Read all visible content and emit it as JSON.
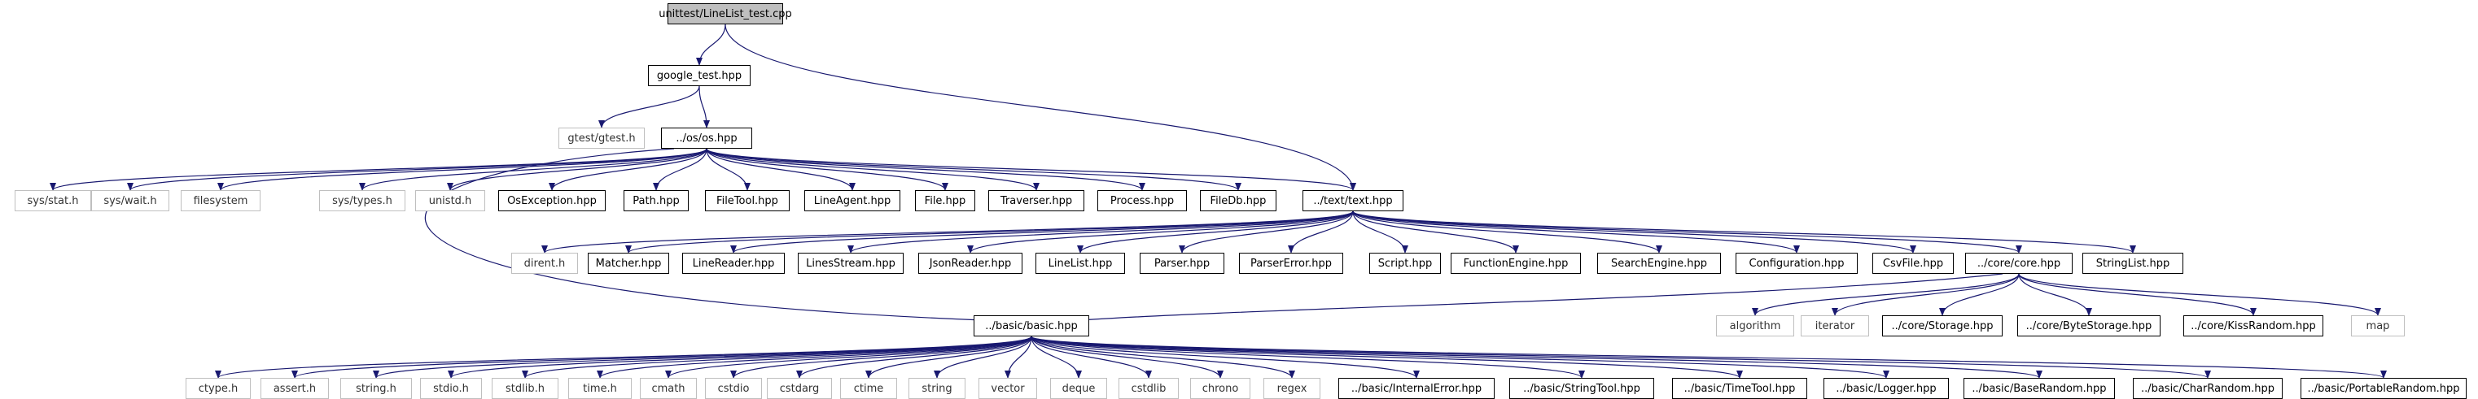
{
  "colors": {
    "edge": "#191970",
    "doc_border": "#000000",
    "sys_border": "#bfbfbf",
    "root_fill": "#bfbfbf"
  },
  "nodes": [
    {
      "id": "root",
      "label": "unittest/LineList_test.cpp",
      "kind": "root"
    },
    {
      "id": "gtest",
      "label": "google_test.hpp",
      "kind": "doc"
    },
    {
      "id": "gtesth",
      "label": "gtest/gtest.h",
      "kind": "sys"
    },
    {
      "id": "os",
      "label": "../os/os.hpp",
      "kind": "doc"
    },
    {
      "id": "sysstat",
      "label": "sys/stat.h",
      "kind": "sys"
    },
    {
      "id": "syswait",
      "label": "sys/wait.h",
      "kind": "sys"
    },
    {
      "id": "filesystem",
      "label": "filesystem",
      "kind": "sys"
    },
    {
      "id": "systypes",
      "label": "sys/types.h",
      "kind": "sys"
    },
    {
      "id": "unistd",
      "label": "unistd.h",
      "kind": "sys"
    },
    {
      "id": "osexc",
      "label": "OsException.hpp",
      "kind": "doc"
    },
    {
      "id": "path",
      "label": "Path.hpp",
      "kind": "doc"
    },
    {
      "id": "filetool",
      "label": "FileTool.hpp",
      "kind": "doc"
    },
    {
      "id": "lineagent",
      "label": "LineAgent.hpp",
      "kind": "doc"
    },
    {
      "id": "file",
      "label": "File.hpp",
      "kind": "doc"
    },
    {
      "id": "traverser",
      "label": "Traverser.hpp",
      "kind": "doc"
    },
    {
      "id": "process",
      "label": "Process.hpp",
      "kind": "doc"
    },
    {
      "id": "filedb",
      "label": "FileDb.hpp",
      "kind": "doc"
    },
    {
      "id": "text",
      "label": "../text/text.hpp",
      "kind": "doc"
    },
    {
      "id": "dirent",
      "label": "dirent.h",
      "kind": "sys"
    },
    {
      "id": "matcher",
      "label": "Matcher.hpp",
      "kind": "doc"
    },
    {
      "id": "linereader",
      "label": "LineReader.hpp",
      "kind": "doc"
    },
    {
      "id": "linesstream",
      "label": "LinesStream.hpp",
      "kind": "doc"
    },
    {
      "id": "jsonreader",
      "label": "JsonReader.hpp",
      "kind": "doc"
    },
    {
      "id": "linelist",
      "label": "LineList.hpp",
      "kind": "doc"
    },
    {
      "id": "parser",
      "label": "Parser.hpp",
      "kind": "doc"
    },
    {
      "id": "parsererror",
      "label": "ParserError.hpp",
      "kind": "doc"
    },
    {
      "id": "script",
      "label": "Script.hpp",
      "kind": "doc"
    },
    {
      "id": "funcengine",
      "label": "FunctionEngine.hpp",
      "kind": "doc"
    },
    {
      "id": "searchengine",
      "label": "SearchEngine.hpp",
      "kind": "doc"
    },
    {
      "id": "configuration",
      "label": "Configuration.hpp",
      "kind": "doc"
    },
    {
      "id": "csvfile",
      "label": "CsvFile.hpp",
      "kind": "doc"
    },
    {
      "id": "core",
      "label": "../core/core.hpp",
      "kind": "doc"
    },
    {
      "id": "stringlist",
      "label": "StringList.hpp",
      "kind": "doc"
    },
    {
      "id": "algorithm",
      "label": "algorithm",
      "kind": "sys"
    },
    {
      "id": "iterator",
      "label": "iterator",
      "kind": "sys"
    },
    {
      "id": "corestorage",
      "label": "../core/Storage.hpp",
      "kind": "doc"
    },
    {
      "id": "corebytestorage",
      "label": "../core/ByteStorage.hpp",
      "kind": "doc"
    },
    {
      "id": "corekiss",
      "label": "../core/KissRandom.hpp",
      "kind": "doc"
    },
    {
      "id": "map",
      "label": "map",
      "kind": "sys"
    },
    {
      "id": "basic",
      "label": "../basic/basic.hpp",
      "kind": "doc"
    },
    {
      "id": "ctype",
      "label": "ctype.h",
      "kind": "sys"
    },
    {
      "id": "assert",
      "label": "assert.h",
      "kind": "sys"
    },
    {
      "id": "stringh",
      "label": "string.h",
      "kind": "sys"
    },
    {
      "id": "stdioh",
      "label": "stdio.h",
      "kind": "sys"
    },
    {
      "id": "stdlibh",
      "label": "stdlib.h",
      "kind": "sys"
    },
    {
      "id": "timeh",
      "label": "time.h",
      "kind": "sys"
    },
    {
      "id": "cmath",
      "label": "cmath",
      "kind": "sys"
    },
    {
      "id": "cstdio",
      "label": "cstdio",
      "kind": "sys"
    },
    {
      "id": "cstdarg",
      "label": "cstdarg",
      "kind": "sys"
    },
    {
      "id": "ctime",
      "label": "ctime",
      "kind": "sys"
    },
    {
      "id": "string",
      "label": "string",
      "kind": "sys"
    },
    {
      "id": "vector",
      "label": "vector",
      "kind": "sys"
    },
    {
      "id": "deque",
      "label": "deque",
      "kind": "sys"
    },
    {
      "id": "cstdlib",
      "label": "cstdlib",
      "kind": "sys"
    },
    {
      "id": "chrono",
      "label": "chrono",
      "kind": "sys"
    },
    {
      "id": "regex",
      "label": "regex",
      "kind": "sys"
    },
    {
      "id": "internalerror",
      "label": "../basic/InternalError.hpp",
      "kind": "doc"
    },
    {
      "id": "stringtool",
      "label": "../basic/StringTool.hpp",
      "kind": "doc"
    },
    {
      "id": "timetool",
      "label": "../basic/TimeTool.hpp",
      "kind": "doc"
    },
    {
      "id": "logger",
      "label": "../basic/Logger.hpp",
      "kind": "doc"
    },
    {
      "id": "baserandom",
      "label": "../basic/BaseRandom.hpp",
      "kind": "doc"
    },
    {
      "id": "charrandom",
      "label": "../basic/CharRandom.hpp",
      "kind": "doc"
    },
    {
      "id": "portablerandom",
      "label": "../basic/PortableRandom.hpp",
      "kind": "doc"
    }
  ],
  "edges": [
    [
      "root",
      "gtest"
    ],
    [
      "root",
      "text"
    ],
    [
      "gtest",
      "gtesth"
    ],
    [
      "gtest",
      "os"
    ],
    [
      "os",
      "sysstat"
    ],
    [
      "os",
      "syswait"
    ],
    [
      "os",
      "filesystem"
    ],
    [
      "os",
      "systypes"
    ],
    [
      "os",
      "unistd"
    ],
    [
      "os",
      "osexc"
    ],
    [
      "os",
      "path"
    ],
    [
      "os",
      "filetool"
    ],
    [
      "os",
      "lineagent"
    ],
    [
      "os",
      "file"
    ],
    [
      "os",
      "traverser"
    ],
    [
      "os",
      "process"
    ],
    [
      "os",
      "filedb"
    ],
    [
      "os",
      "text"
    ],
    [
      "os",
      "basic"
    ],
    [
      "text",
      "dirent"
    ],
    [
      "text",
      "matcher"
    ],
    [
      "text",
      "linereader"
    ],
    [
      "text",
      "linesstream"
    ],
    [
      "text",
      "jsonreader"
    ],
    [
      "text",
      "linelist"
    ],
    [
      "text",
      "parser"
    ],
    [
      "text",
      "parsererror"
    ],
    [
      "text",
      "script"
    ],
    [
      "text",
      "funcengine"
    ],
    [
      "text",
      "searchengine"
    ],
    [
      "text",
      "configuration"
    ],
    [
      "text",
      "csvfile"
    ],
    [
      "text",
      "core"
    ],
    [
      "text",
      "stringlist"
    ],
    [
      "core",
      "basic"
    ],
    [
      "core",
      "algorithm"
    ],
    [
      "core",
      "iterator"
    ],
    [
      "core",
      "corestorage"
    ],
    [
      "core",
      "corebytestorage"
    ],
    [
      "core",
      "corekiss"
    ],
    [
      "core",
      "map"
    ],
    [
      "basic",
      "ctype"
    ],
    [
      "basic",
      "assert"
    ],
    [
      "basic",
      "stringh"
    ],
    [
      "basic",
      "stdioh"
    ],
    [
      "basic",
      "stdlibh"
    ],
    [
      "basic",
      "timeh"
    ],
    [
      "basic",
      "cmath"
    ],
    [
      "basic",
      "cstdio"
    ],
    [
      "basic",
      "cstdarg"
    ],
    [
      "basic",
      "ctime"
    ],
    [
      "basic",
      "string"
    ],
    [
      "basic",
      "vector"
    ],
    [
      "basic",
      "deque"
    ],
    [
      "basic",
      "cstdlib"
    ],
    [
      "basic",
      "chrono"
    ],
    [
      "basic",
      "regex"
    ],
    [
      "basic",
      "internalerror"
    ],
    [
      "basic",
      "stringtool"
    ],
    [
      "basic",
      "timetool"
    ],
    [
      "basic",
      "logger"
    ],
    [
      "basic",
      "baserandom"
    ],
    [
      "basic",
      "charrandom"
    ],
    [
      "basic",
      "portablerandom"
    ]
  ]
}
